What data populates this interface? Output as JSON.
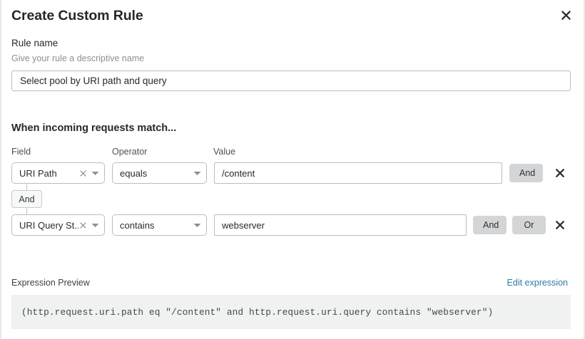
{
  "modal": {
    "title": "Create Custom Rule",
    "close_icon": "close-icon"
  },
  "rule_name": {
    "label": "Rule name",
    "help": "Give your rule a descriptive name",
    "value": "Select pool by URI path and query",
    "placeholder": ""
  },
  "conditions_section": {
    "heading": "When incoming requests match...",
    "columns": {
      "field": "Field",
      "operator": "Operator",
      "value": "Value"
    },
    "connector_between_rows": "And",
    "rows": [
      {
        "field": "URI Path",
        "operator": "equals",
        "value": "/content",
        "value_placeholder": "",
        "buttons": [
          "And"
        ],
        "remove_icon": "close-icon",
        "clear_icon": "clear-icon",
        "caret_icon": "chevron-down-icon"
      },
      {
        "field": "URI Query St...",
        "operator": "contains",
        "value": "webserver",
        "value_placeholder": "",
        "buttons": [
          "And",
          "Or"
        ],
        "remove_icon": "close-icon",
        "clear_icon": "clear-icon",
        "caret_icon": "chevron-down-icon"
      }
    ]
  },
  "expression_preview": {
    "label": "Expression Preview",
    "edit_link": "Edit expression",
    "code": "(http.request.uri.path eq \"/content\" and http.request.uri.query contains \"webserver\")"
  },
  "colors": {
    "link": "#3079a8",
    "pill": "#d3d5d7",
    "code_bg": "#f0f1f1",
    "border": "#b9bcbf"
  }
}
